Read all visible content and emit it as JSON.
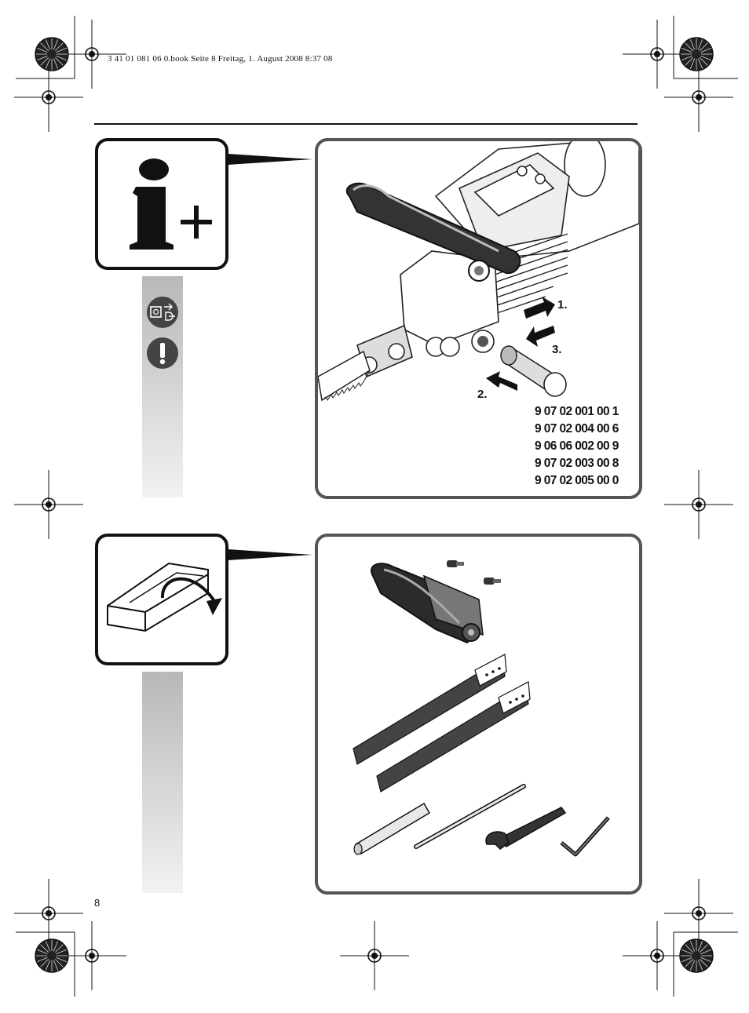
{
  "header": {
    "print_info": "3 41 01 081 06 0.book  Seite 8  Freitag, 1. August 2008  8:37 08"
  },
  "page_number": "8",
  "panel_top": {
    "steps": [
      "1.",
      "2.",
      "3."
    ],
    "part_numbers": [
      "9 07 02 001 00 1",
      "9 07 02 004 00 6",
      "9 06 06 002 00 9",
      "9 07 02 003 00 8",
      "9 07 02 005 00 0"
    ]
  },
  "colors": {
    "frame": "#555555",
    "ink": "#111111",
    "strip_top": "#b8b8b8",
    "strip_bottom": "#f2f2f2"
  },
  "icons": [
    "info-plus-icon",
    "unplug-icon",
    "warning-icon",
    "box-open-icon",
    "registration-mark-icon",
    "color-wheel-icon"
  ]
}
